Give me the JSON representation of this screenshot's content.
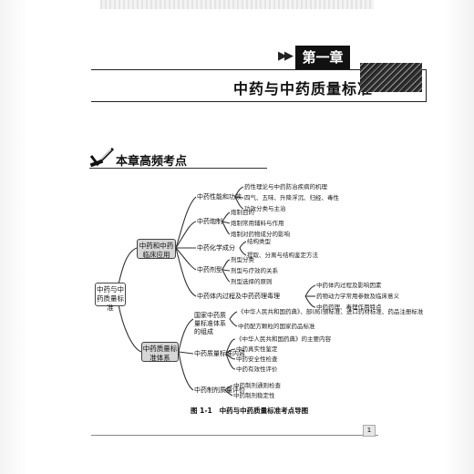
{
  "chapter": {
    "number_label": "第一章",
    "title": "中药与中药质量标准"
  },
  "section": {
    "title": "本章高频考点"
  },
  "mindmap": {
    "root": "中药与中药质量标准",
    "branch1": {
      "label": "中药和中药临床应用",
      "subs": [
        {
          "label": "中药性能和功效",
          "leaves": [
            "药性理论与中药防治疾病的机理",
            "四气、五味、升降浮沉、归经、毒性",
            "功效分类与主治"
          ]
        },
        {
          "label": "中药炮制",
          "leaves": [
            "炮制目的",
            "炮制常用辅料与作用",
            "炮制对药物成分的影响"
          ]
        },
        {
          "label": "中药化学成分",
          "leaves": [
            "结构类型",
            "提取、分离与结构鉴定方法"
          ]
        },
        {
          "label": "中药剂型",
          "leaves": [
            "剂型分类",
            "剂型与疗效的关系",
            "剂型选择的原则"
          ]
        },
        {
          "label": "中药体内过程及中药药理毒理",
          "leaves": [
            "中药体内过程及影响因素",
            "药物动力学常用参数及临床意义",
            "中药药理、毒理作用特点"
          ]
        }
      ]
    },
    "branch2": {
      "label": "中药质量标准体系",
      "subs": [
        {
          "label": "国家中药质量标准体系的组成",
          "leaves": [
            "《中华人民共和国药典》、部(局)颁标准、进口药材标准、药品注册标准",
            "中药配方颗粒的国家药品标准"
          ]
        },
        {
          "label": "中药质量标准内容",
          "leaves": [
            "《中华人民共和国药典》的主要内容",
            "中药真实性鉴定",
            "中药安全性检查",
            "中药有效性评价"
          ]
        },
        {
          "label": "中药制剂质量评价",
          "leaves": [
            "中药制剂通则检查",
            "中药制剂稳定性"
          ]
        }
      ]
    }
  },
  "caption": {
    "figure_number": "图 1-1",
    "text": "中药与中药质量标准考点导图"
  },
  "page_number": "1"
}
